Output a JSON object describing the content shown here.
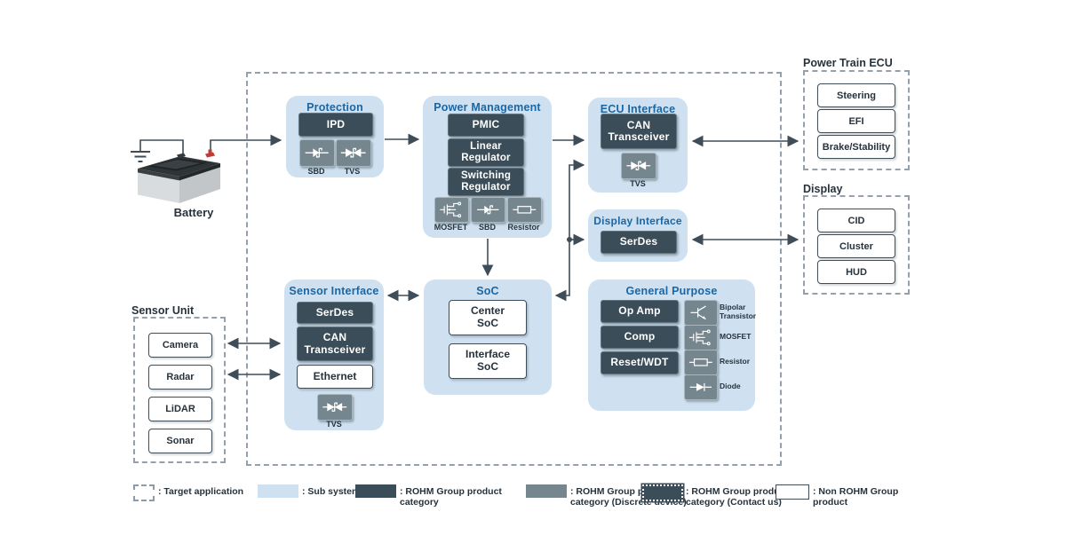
{
  "colors": {
    "accent_blue": "#1b66a3",
    "subsystem_bg": "#cfe1f0",
    "rohm_dark": "#3b4d59",
    "rohm_gray": "#76868f",
    "line": "#3e4d58",
    "text_dark": "#26323c",
    "dashed_border": "#95a0ac"
  },
  "battery": {
    "label": "Battery"
  },
  "subsystems": {
    "protection": {
      "title": "Protection",
      "ipd": "IPD",
      "sbd_label": "SBD",
      "tvs_label": "TVS"
    },
    "power_management": {
      "title": "Power Management",
      "pmic": "PMIC",
      "linear": "Linear\nRegulator",
      "switching": "Switching\nRegulator",
      "mosfet_label": "MOSFET",
      "sbd_label": "SBD",
      "resistor_label": "Resistor"
    },
    "ecu_interface": {
      "title": "ECU Interface",
      "can": "CAN\nTransceiver",
      "tvs_label": "TVS"
    },
    "display_interface": {
      "title": "Display Interface",
      "serdes": "SerDes"
    },
    "sensor_interface": {
      "title": "Sensor Interface",
      "serdes": "SerDes",
      "can": "CAN\nTransceiver",
      "ethernet": "Ethernet",
      "tvs_label": "TVS"
    },
    "soc": {
      "title": "SoC",
      "center": "Center\nSoC",
      "interface": "Interface\nSoC"
    },
    "general_purpose": {
      "title": "General Purpose",
      "opamp": "Op Amp",
      "comp": "Comp",
      "reset": "Reset/WDT",
      "bipolar_label": "Bipolar\nTransistor",
      "mosfet_label": "MOSFET",
      "resistor_label": "Resistor",
      "diode_label": "Diode"
    }
  },
  "targets": {
    "power_train": {
      "title": "Power Train ECU",
      "items": [
        "Steering",
        "EFI",
        "Brake/Stability"
      ]
    },
    "display": {
      "title": "Display",
      "items": [
        "CID",
        "Cluster",
        "HUD"
      ]
    },
    "sensor_unit": {
      "title": "Sensor Unit",
      "items": [
        "Camera",
        "Radar",
        "LiDAR",
        "Sonar"
      ]
    }
  },
  "legend": {
    "target_application": ": Target application",
    "sub_system": ": Sub system",
    "rohm_category": ": ROHM Group product\ncategory",
    "rohm_discrete": ": ROHM Group product\ncategory (Discrete device)",
    "rohm_contact": ": ROHM Group product\ncategory (Contact us)",
    "non_rohm": ": Non ROHM Group\nproduct"
  }
}
